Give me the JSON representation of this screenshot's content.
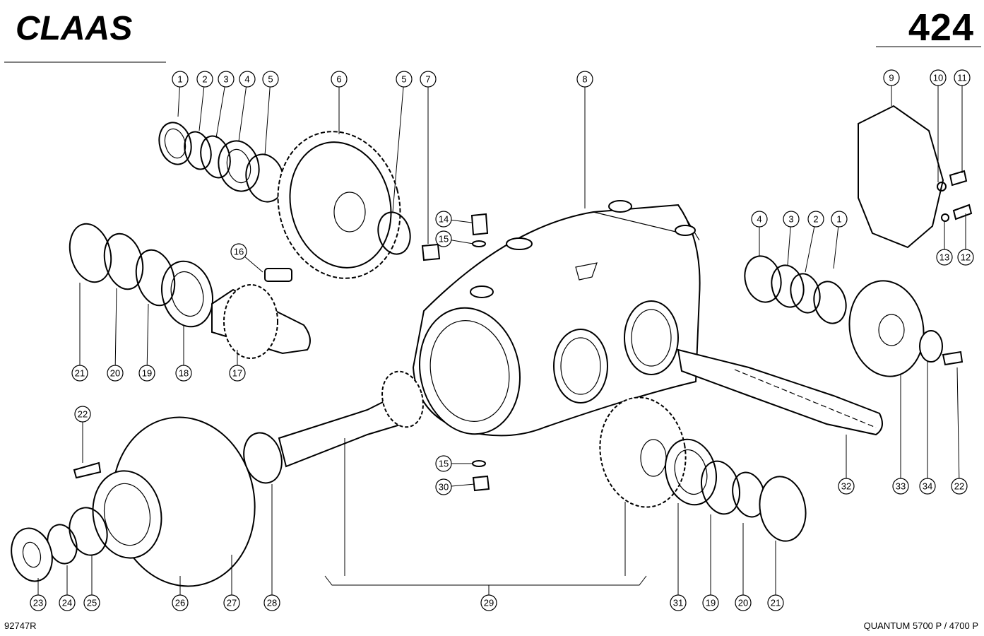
{
  "header": {
    "brand": "CLAAS",
    "page_number": "424"
  },
  "footer": {
    "drawing_number": "92747R",
    "model": "QUANTUM 5700 P / 4700 P"
  },
  "callouts": [
    "1",
    "2",
    "3",
    "4",
    "5",
    "6",
    "5",
    "7",
    "8",
    "9",
    "10",
    "11",
    "14",
    "15",
    "16",
    "4",
    "3",
    "2",
    "1",
    "13",
    "12",
    "21",
    "20",
    "19",
    "18",
    "17",
    "33",
    "34",
    "22",
    "32",
    "22",
    "15",
    "30",
    "31",
    "19",
    "20",
    "21",
    "23",
    "24",
    "25",
    "26",
    "27",
    "28",
    "29"
  ]
}
